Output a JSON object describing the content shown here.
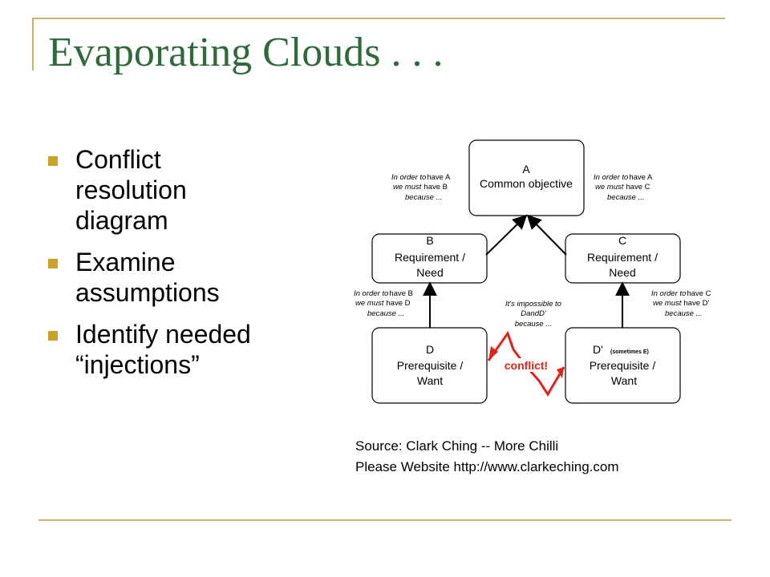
{
  "slide": {
    "title": "Evaporating Clouds . . .",
    "bullets": [
      "Conflict resolution diagram",
      "Examine assumptions",
      "Identify needed “injections”"
    ],
    "source_line1": "Source: Clark Ching -- More Chilli",
    "source_line2": "Please Website http://www.clarkeching.com"
  },
  "diagram": {
    "box_a": {
      "line1": "A",
      "line2": "Common objective"
    },
    "box_b": {
      "line1": "B",
      "line2": "Requirement /",
      "line3": "Need"
    },
    "box_c": {
      "line1": "C",
      "line2": "Requirement /",
      "line3": "Need"
    },
    "box_d": {
      "line1": "D",
      "line2": "Prerequisite /",
      "line3": "Want"
    },
    "box_dprime": {
      "line1": "D'",
      "note": "(sometimes E)",
      "line2": "Prerequisite /",
      "line3": "Want"
    },
    "note_ab": {
      "l1a": "In order to",
      "l1b": "have A",
      "l2a": "we must",
      "l2b": "have B",
      "l3": "because ..."
    },
    "note_ac": {
      "l1a": "In order to",
      "l1b": "have A",
      "l2a": "we must",
      "l2b": "have C",
      "l3": "because ..."
    },
    "note_bd": {
      "l1a": "In order to",
      "l1b": "have B",
      "l2a": "we must",
      "l2b": "have D",
      "l3": "because ..."
    },
    "note_cd": {
      "l1a": "In order to",
      "l1b": "have C",
      "l2a": "we must",
      "l2b": "have D'",
      "l3": "because ..."
    },
    "note_conflict": {
      "l1": "It's impossible to",
      "l2": "DandD'",
      "l3": "because ..."
    },
    "conflict_label": "conflict!",
    "conflict_color": "#e2231a"
  }
}
